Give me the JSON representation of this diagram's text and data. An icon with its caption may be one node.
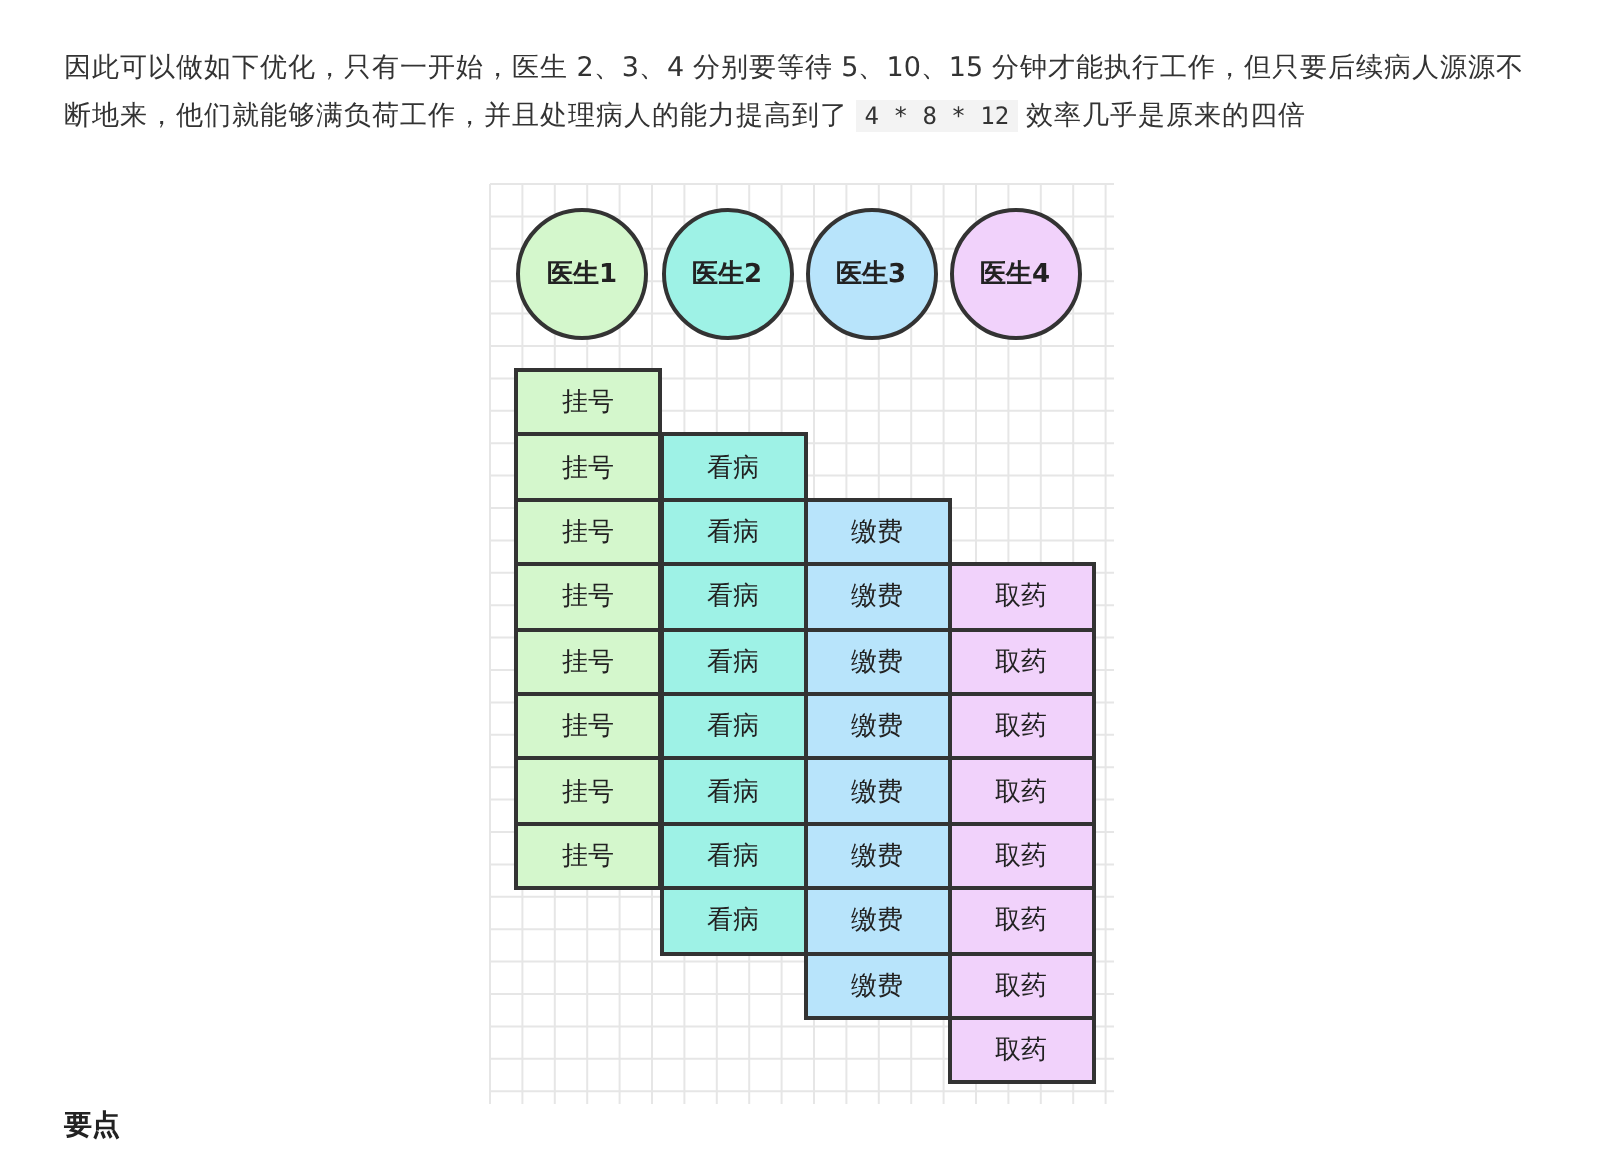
{
  "diagram": {
    "nodes": [
      {
        "text": [
          "医生1"
        ]
      },
      {
        "text": [
          "医生2"
        ]
      },
      {
        "text": [
          "医生3"
        ]
      },
      {
        "text": [
          "医生4"
        ]
      },
      {
        "text": [
          "挂号"
        ]
      },
      {
        "text": [
          "挂号"
        ]
      },
      {
        "text": [
          "看病"
        ]
      },
      {
        "text": [
          "挂号"
        ]
      },
      {
        "text": [
          "看病"
        ]
      },
      {
        "text": [
          "缴费"
        ]
      },
      {
        "text": [
          "挂号"
        ]
      },
      {
        "text": [
          "看病"
        ]
      },
      {
        "text": [
          "缴费"
        ]
      },
      {
        "text": [
          "取药"
        ]
      },
      {
        "text": [
          "挂号"
        ]
      },
      {
        "text": [
          "看病"
        ]
      },
      {
        "text": [
          "缴费"
        ]
      },
      {
        "text": [
          "取药"
        ]
      },
      {
        "text": [
          "挂号"
        ]
      },
      {
        "text": [
          "看病"
        ]
      },
      {
        "text": [
          "缴费"
        ]
      },
      {
        "text": [
          "取药"
        ]
      },
      {
        "text": [
          "挂号"
        ]
      },
      {
        "text": [
          "看病"
        ]
      },
      {
        "text": [
          "缴费"
        ]
      },
      {
        "text": [
          "取药"
        ]
      },
      {
        "text": [
          "挂号"
        ]
      },
      {
        "text": [
          "看病"
        ]
      },
      {
        "text": [
          "缴费"
        ]
      },
      {
        "text": [
          "取药"
        ]
      },
      {
        "text": [
          "看病"
        ]
      },
      {
        "text": [
          "缴费"
        ]
      },
      {
        "text": [
          "取药"
        ]
      },
      {
        "text": [
          "缴费"
        ]
      },
      {
        "text": [
          "取药"
        ]
      },
      {
        "text": [
          "取药"
        ]
      }
    ],
    "labels": [
      "因此可以做如下优化，只有一开始，医生 2、3、4 分别要等待 5、10、15 分钟才能执行工作，但只要后续病人源源不断地来，他们就能够满负荷工作，并且处理病人的能力提高到了",
      "4 * 8 * 12",
      "效率几乎是原来的四倍",
      "要点"
    ]
  }
}
